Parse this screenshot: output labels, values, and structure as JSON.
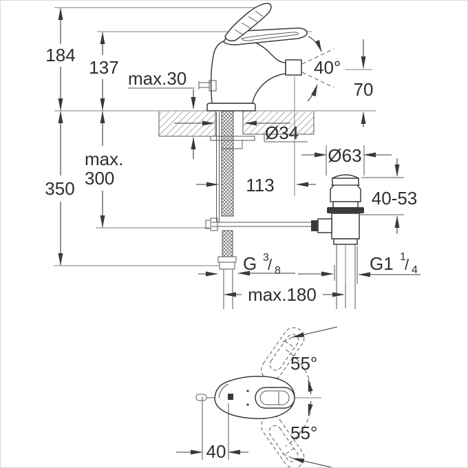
{
  "colors": {
    "background": "#ffffff",
    "frame_border": "#d9d9d9",
    "line_dark": "#3a3a3a",
    "line_thin": "#555555",
    "line_reference": "#7d7d7d",
    "text": "#2e2e2e"
  },
  "side_view": {
    "dim_height_total": "184",
    "dim_height_to_lever": "137",
    "dim_deck_thickness_max": "max.30",
    "dim_spray_angle": "40°",
    "dim_outlet_to_deck": "70",
    "dim_hole_diameter": "Ø34",
    "dim_hose_depth_max_line1": "max.",
    "dim_hose_depth_max_line2": "300",
    "dim_total_below_deck": "350",
    "dim_projection": "113",
    "dim_waste_flange_diameter": "Ø63",
    "dim_waste_height_range": "40-53",
    "thread_supply_base": "G",
    "thread_supply_sup": "3",
    "thread_supply_slash": "/",
    "thread_supply_sub": "8",
    "thread_waste_base": "G1",
    "thread_waste_sup": "1",
    "thread_waste_slash": "/",
    "thread_waste_sub": "4",
    "dim_center_distance_max": "max.180"
  },
  "top_view": {
    "dim_handle_swing_up": "55°",
    "dim_handle_swing_down": "55°",
    "dim_rod_offset": "40"
  }
}
